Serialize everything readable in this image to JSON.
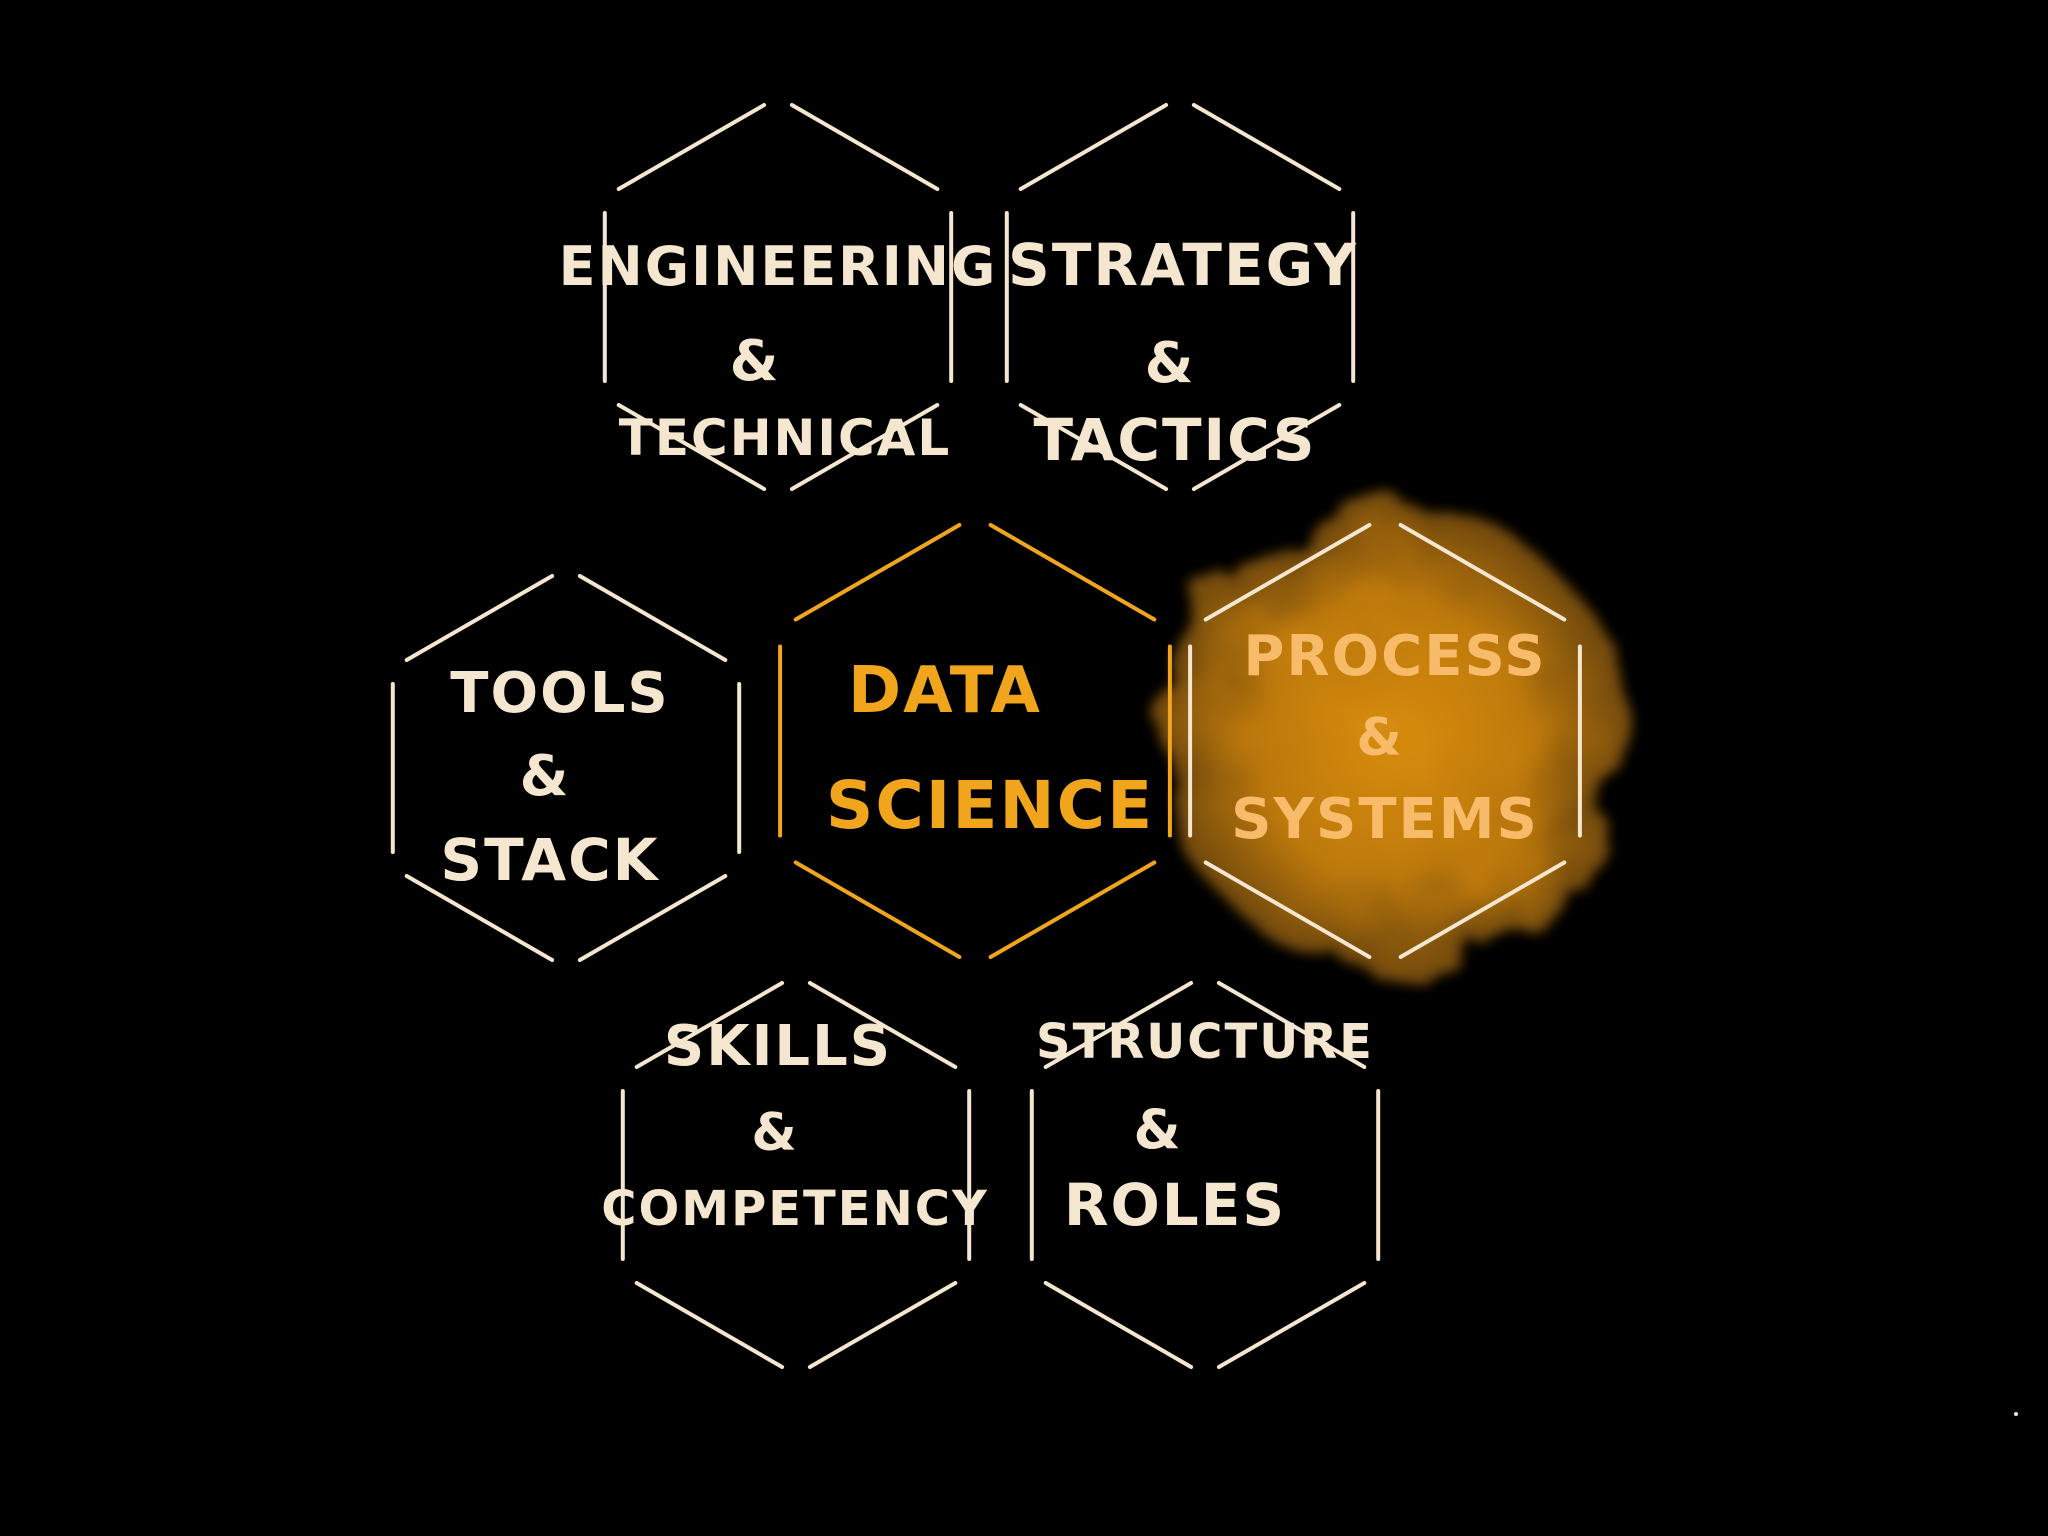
{
  "diagram": {
    "background": "#000000",
    "stroke_color": "#f4e6cf",
    "accent_color": "#f0a51c",
    "highlight_color": "#e8900c",
    "cells": [
      {
        "id": "engineering",
        "lines": [
          "Engineering",
          "&",
          "Technical"
        ],
        "variant": "normal"
      },
      {
        "id": "strategy",
        "lines": [
          "Strategy",
          "&",
          "Tactics"
        ],
        "variant": "normal"
      },
      {
        "id": "tools",
        "lines": [
          "Tools",
          "&",
          "Stack"
        ],
        "variant": "normal"
      },
      {
        "id": "data-science",
        "lines": [
          "Data",
          "Science"
        ],
        "variant": "accent"
      },
      {
        "id": "process",
        "lines": [
          "Process",
          "&",
          "Systems"
        ],
        "variant": "highlight"
      },
      {
        "id": "skills",
        "lines": [
          "Skills",
          "&",
          "Competency"
        ],
        "variant": "normal"
      },
      {
        "id": "structure",
        "lines": [
          "Structure",
          "&",
          "Roles"
        ],
        "variant": "normal"
      }
    ]
  }
}
